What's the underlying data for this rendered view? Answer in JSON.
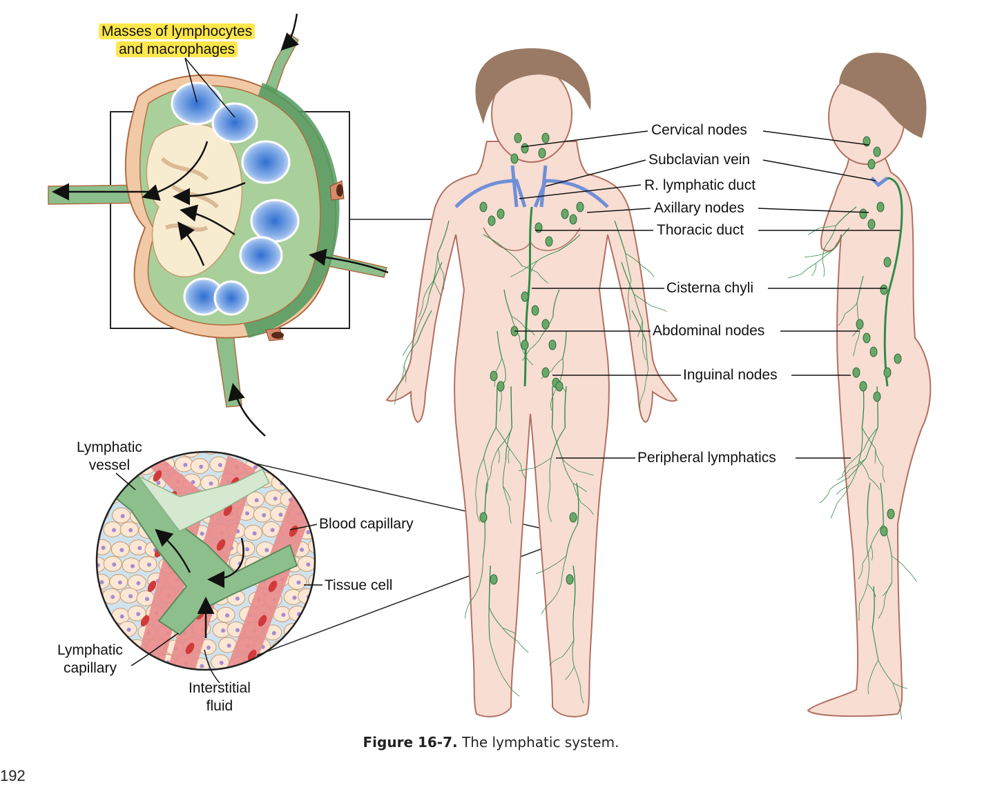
{
  "labels": {
    "masses_line1": "Masses of lymphocytes",
    "masses_line2": "and macrophages",
    "lymphatic_vessel_line1": "Lymphatic",
    "lymphatic_vessel_line2": "vessel",
    "blood_capillary": "Blood capillary",
    "tissue_cell": "Tissue cell",
    "lymphatic_capillary_line1": "Lymphatic",
    "lymphatic_capillary_line2": "capillary",
    "interstitial_fluid_line1": "Interstitial",
    "interstitial_fluid_line2": "fluid",
    "cervical_nodes": "Cervical nodes",
    "subclavian_vein": "Subclavian vein",
    "r_lymphatic_duct": "R. lymphatic duct",
    "axillary_nodes": "Axillary nodes",
    "thoracic_duct": "Thoracic duct",
    "cisterna_chyli": "Cisterna chyli",
    "abdominal_nodes": "Abdominal nodes",
    "inguinal_nodes": "Inguinal nodes",
    "peripheral_lymphatics": "Peripheral lymphatics"
  },
  "caption": {
    "figure": "Figure 16-7.",
    "text": "The lymphatic system."
  },
  "page_number": "192",
  "colors": {
    "lymph_green": "#2e8b4a",
    "node_green": "#6aa86a",
    "capsule_green": "#8cbf8c",
    "skin": "#f8ddd3",
    "skin_outline": "#b07060",
    "hair": "#9a7a64",
    "vein_blue": "#6f8fd8",
    "follicle_blue": "#4d86d6",
    "blood_red": "#e05a5a",
    "highlight": "#fde74c"
  }
}
